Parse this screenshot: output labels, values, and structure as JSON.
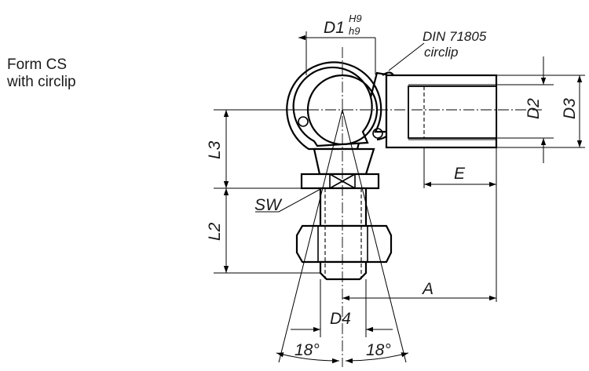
{
  "form_label": {
    "line1": "Form CS",
    "line2": "with circlip"
  },
  "labels": {
    "d1_main": "D1",
    "d1_upper": "H9",
    "d1_lower": "h9",
    "din_line1": "DIN 71805",
    "din_line2": "circlip",
    "d2": "D2",
    "d3": "D3",
    "e": "E",
    "l3": "L3",
    "sw": "SW",
    "l2": "L2",
    "a": "A",
    "d4": "D4",
    "angle_left": "18°",
    "angle_right": "18°"
  }
}
